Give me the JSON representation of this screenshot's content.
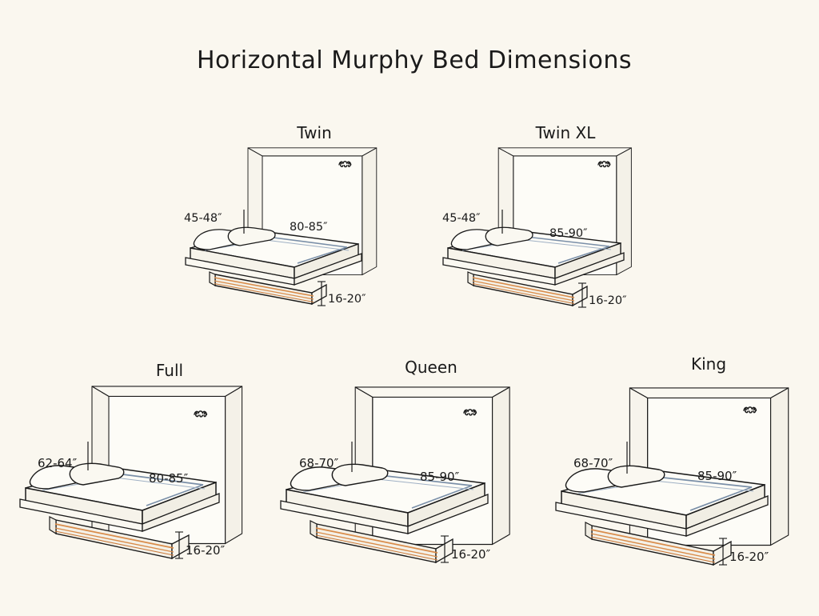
{
  "page": {
    "title": "Horizontal Murphy Bed Dimensions",
    "background_color": "#faf7ef",
    "ink_color": "#1a1a1a",
    "mattress_trim_color": "#7a8fa8",
    "wood_slat_color": "#d98c4a",
    "panel_fill": "#fdfcf7"
  },
  "beds": [
    {
      "name": "Twin",
      "heading": "Twin",
      "width_label": "45-48″",
      "length_label": "80-85″",
      "depth_label": "16-20″",
      "handle_icon": "cabinet-handle-icon"
    },
    {
      "name": "Twin XL",
      "heading": "Twin XL",
      "width_label": "45-48″",
      "length_label": "85-90″",
      "depth_label": "16-20″",
      "handle_icon": "cabinet-handle-icon"
    },
    {
      "name": "Full",
      "heading": "Full",
      "width_label": "62-64″",
      "length_label": "80-85″",
      "depth_label": "16-20″",
      "handle_icon": "cabinet-handle-icon"
    },
    {
      "name": "Queen",
      "heading": "Queen",
      "width_label": "68-70″",
      "length_label": "85-90″",
      "depth_label": "16-20″",
      "handle_icon": "cabinet-handle-icon"
    },
    {
      "name": "King",
      "heading": "King",
      "width_label": "68-70″",
      "length_label": "85-90″",
      "depth_label": "16-20″",
      "handle_icon": "cabinet-handle-icon"
    }
  ]
}
